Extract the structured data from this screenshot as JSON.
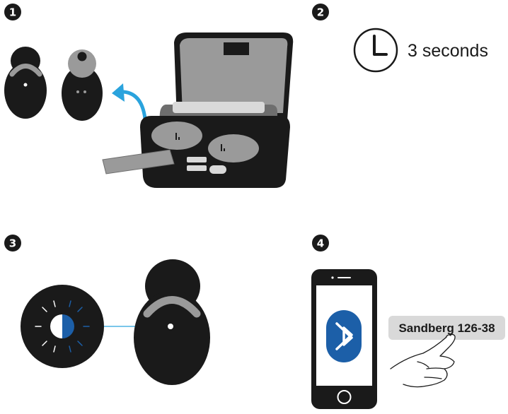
{
  "steps": [
    {
      "number": "1"
    },
    {
      "number": "2",
      "duration_text": "3 seconds"
    },
    {
      "number": "3"
    },
    {
      "number": "4",
      "device_name": "Sandberg 126-38"
    }
  ],
  "colors": {
    "ink": "#1a1a1a",
    "accent_blue": "#1c5fa8",
    "arrow_blue": "#2aa3dd",
    "gray": "#9a9a9a",
    "light_gray": "#d9d9d9",
    "white": "#ffffff"
  },
  "icons": [
    "clock-icon",
    "bluetooth-icon",
    "curved-arrow-icon",
    "pointing-hand-icon"
  ]
}
